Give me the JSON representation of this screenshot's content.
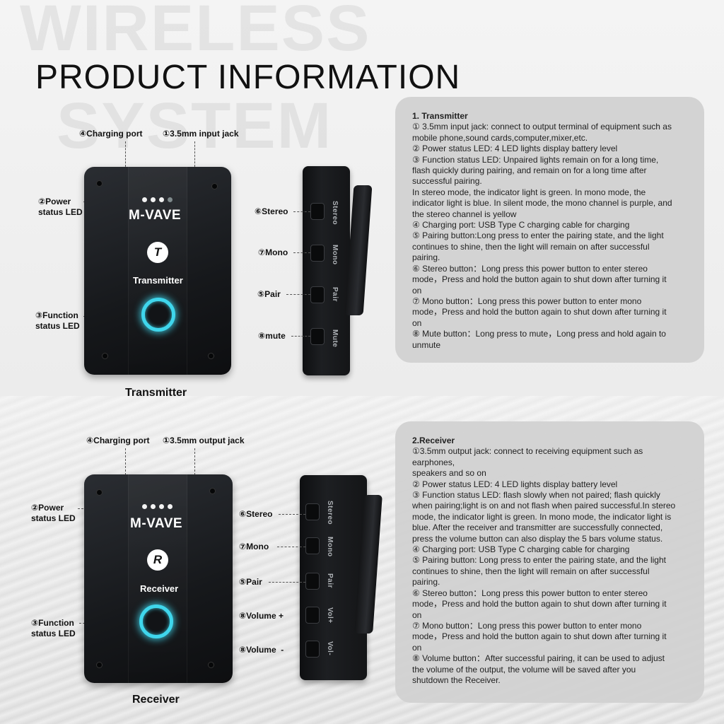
{
  "background": {
    "word1": "WIRELESS",
    "word2": "SYSTEM"
  },
  "title": "PRODUCT INFORMATION",
  "transmitter": {
    "label_charging": "④Charging port",
    "label_jack": "①3.5mm input jack",
    "label_power_1": "②Power",
    "label_power_2": "status LED",
    "label_function_1": "③Function",
    "label_function_2": "status LED",
    "brand": "M-VAVE",
    "logo": "T",
    "device_name": "Transmitter",
    "caption": "Transmitter",
    "side_labels": [
      "⑥Stereo",
      "⑦Mono",
      "⑤Pair",
      "⑧mute"
    ],
    "button_texts": [
      "Stereo",
      "Mono",
      "Pair",
      "Mute"
    ]
  },
  "receiver": {
    "label_charging": "④Charging port",
    "label_jack": "①3.5mm output jack",
    "label_power_1": "②Power",
    "label_power_2": "status LED",
    "label_function_1": "③Function",
    "label_function_2": "status LED",
    "brand": "M-VAVE",
    "logo": "R",
    "device_name": "Receiver",
    "caption": "Receiver",
    "side_labels": [
      "⑥Stereo",
      "⑦Mono",
      "⑤Pair",
      "⑧Volume +",
      "⑧Volume  -"
    ],
    "button_texts": [
      "Stereo",
      "Mono",
      "Pair",
      "Vol+",
      "Vol-"
    ]
  },
  "panel_transmitter": {
    "heading": "1. Transmitter",
    "lines": [
      "① 3.5mm input jack: connect to output terminal of equipment such as",
      "mobile phone,sound cards,computer,mixer,etc.",
      "② Power status LED: 4 LED lights display battery level",
      "③ Function status LED: Unpaired lights remain on for a long time,",
      "flash quickly during pairing, and remain on for a long time after",
      "successful pairing.",
      "In stereo mode, the indicator light is green. In mono mode, the",
      "indicator light is blue. In silent mode, the mono channel is purple, and",
      "the stereo channel is yellow",
      "④ Charging port: USB Type C charging cable for charging",
      "⑤ Pairing button:Long press to enter the pairing state, and the light",
      "continues to shine, then  the light will remain on after successful",
      "pairing.",
      "⑥ Stereo button：Long press this power button to enter stereo",
      "mode，Press and hold the button again to shut down after turning it",
      "on",
      "⑦ Mono button：Long press this power button to enter mono",
      "mode，Press and hold the button again to shut down after turning it",
      "on",
      "⑧ Mute button：Long press to mute，Long press and hold again to",
      "unmute"
    ]
  },
  "panel_receiver": {
    "heading": "2.Receiver",
    "lines": [
      "①3.5mm output jack: connect to receiving equipment such as",
      "earphones,",
      "speakers and so on",
      "② Power status LED: 4 LED lights display battery level",
      "③ Function status LED: flash slowly when not paired; flash quickly",
      "when pairing;light is on and not flash when paired successful.In stereo",
      "mode, the indicator light is green. In mono mode, the indicator light is",
      "blue. After the receiver and transmitter are successfully connected,",
      "press the volume button can also display the 5 bars volume status.",
      "④ Charging port: USB Type C charging cable for charging",
      "⑤ Pairing button: Long press to enter the pairing state, and the light",
      "continues to shine, then the light will remain on after successful",
      "pairing.",
      "⑥ Stereo button：Long press this power button to enter stereo",
      "mode，Press and hold the button again to shut down after turning it",
      "on",
      "⑦ Mono button：Long press this power button to enter mono",
      "mode，Press and hold the button again to shut down after turning it",
      "on",
      "⑧ Volume button：After successful pairing, it can be used to adjust",
      "the volume of the output, the volume will be saved after you",
      "shutdown the Receiver."
    ]
  }
}
